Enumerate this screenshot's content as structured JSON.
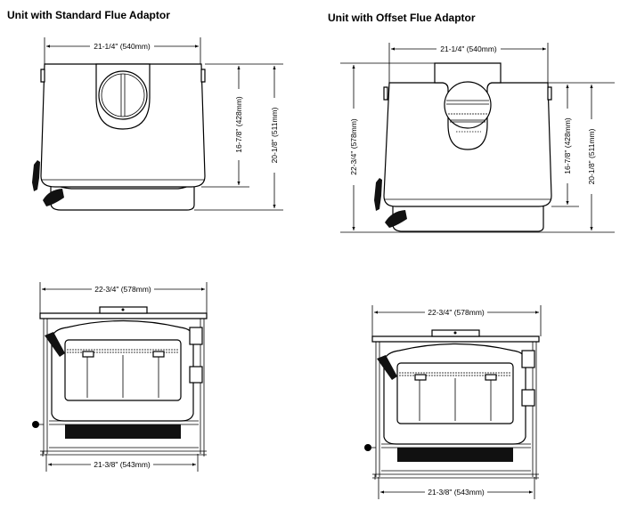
{
  "titles": {
    "standard": "Unit with Standard Flue Adaptor",
    "offset": "Unit with Offset Flue Adaptor"
  },
  "standard_top": {
    "width": "21-1/4\" (540mm)",
    "height_body": "16-7/8\" (428mm)",
    "height_total": "20-1/8\" (511mm)"
  },
  "offset_top": {
    "width": "21-1/4\" (540mm)",
    "height_overall": "22-3/4\" (578mm)",
    "height_body": "16-7/8\" (428mm)",
    "height_total": "20-1/8\" (511mm)"
  },
  "standard_front": {
    "top_width": "22-3/4\" (578mm)",
    "bottom_width": "21-3/8\" (543mm)"
  },
  "offset_front": {
    "top_width": "22-3/4\" (578mm)",
    "bottom_width": "21-3/8\" (543mm)"
  }
}
